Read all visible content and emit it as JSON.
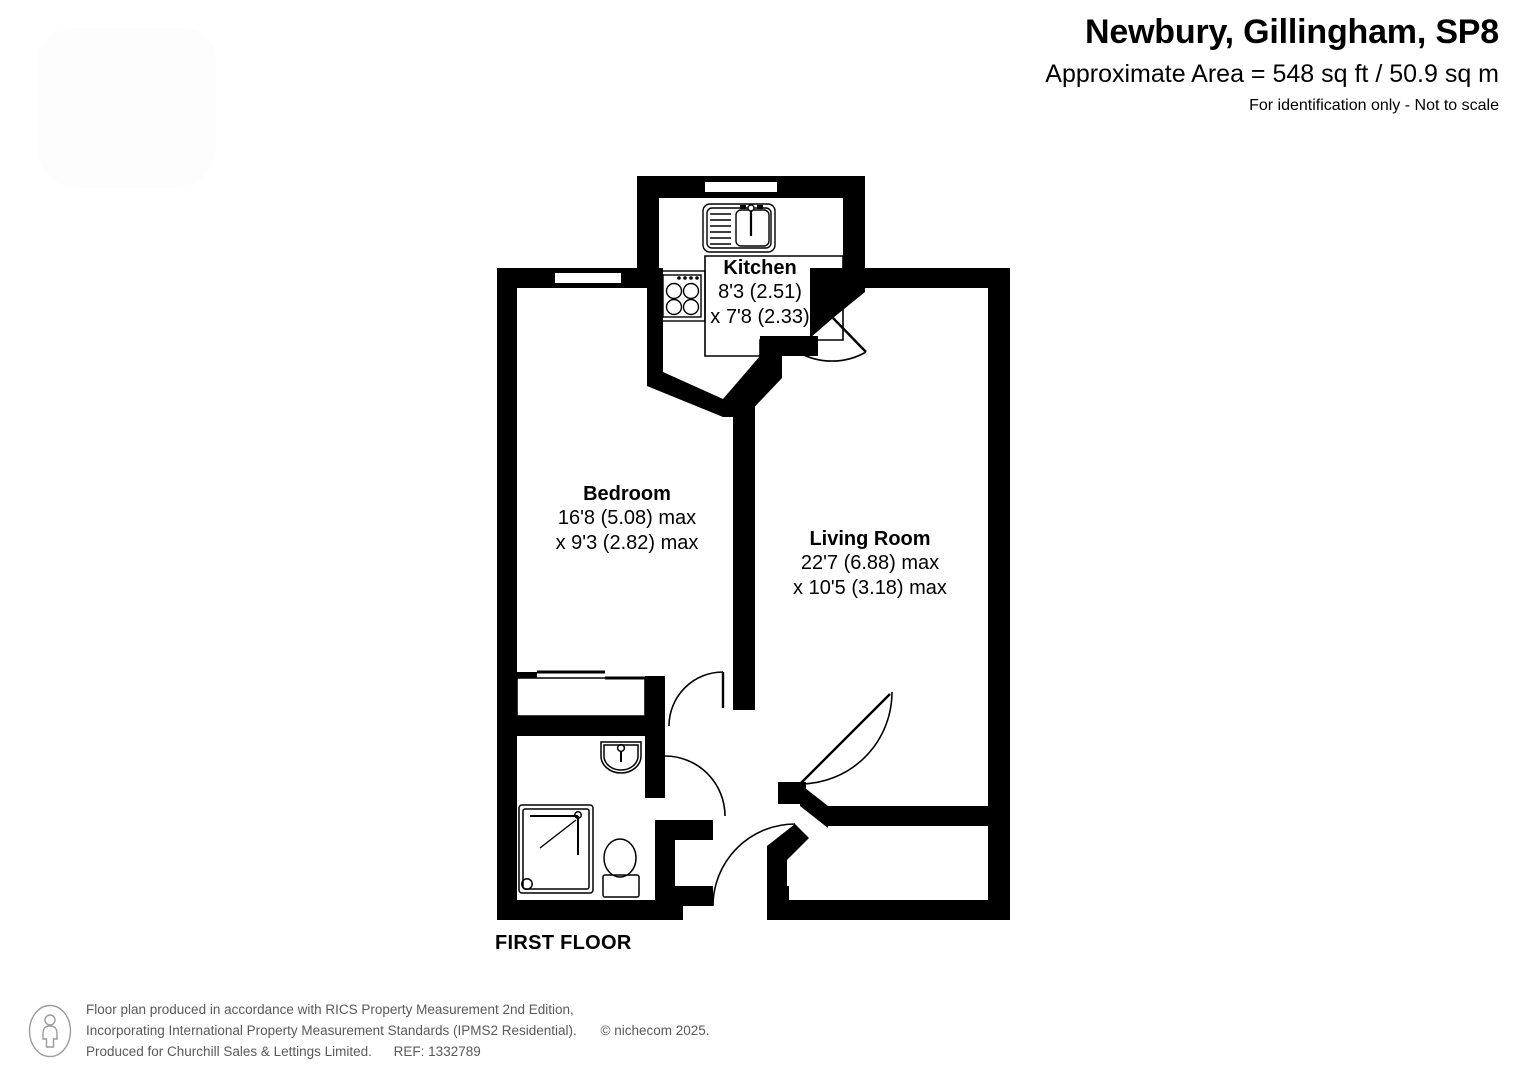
{
  "header": {
    "title": "Newbury, Gillingham, SP8",
    "area": "Approximate Area = 548 sq ft / 50.9 sq m",
    "note": "For identification only - Not to scale"
  },
  "plan": {
    "floor_caption": "FIRST FLOOR",
    "rooms": [
      {
        "key": "kitchen",
        "name": "Kitchen",
        "dim_imperial": "8'3 (2.51)",
        "dim_metric": "x 7'8 (2.33)"
      },
      {
        "key": "bedroom",
        "name": "Bedroom",
        "dim_imperial": "16'8 (5.08) max",
        "dim_metric": "x 9'3 (2.82) max"
      },
      {
        "key": "living",
        "name": "Living Room",
        "dim_imperial": "22'7 (6.88) max",
        "dim_metric": "x 10'5 (3.18) max"
      }
    ],
    "fixtures": [
      "kitchen-sink-icon",
      "kitchen-hob-icon",
      "kitchen-worktop-icon",
      "kitchen-window-icon",
      "bedroom-window-icon",
      "bedroom-wardrobe-icon",
      "bathroom-basin-icon",
      "bathroom-shower-icon",
      "bathroom-wc-icon"
    ],
    "colors": {
      "wall": "#000000",
      "background": "#ffffff",
      "fixture_line": "#000000"
    }
  },
  "footer": {
    "line1": "Floor plan produced in accordance with RICS Property Measurement 2nd Edition,",
    "line2": "Incorporating International Property Measurement Standards (IPMS2 Residential).",
    "copyright": "© nichecom 2025.",
    "line3": "Produced for Churchill Sales & Lettings Limited.",
    "ref": "REF: 1332789"
  }
}
